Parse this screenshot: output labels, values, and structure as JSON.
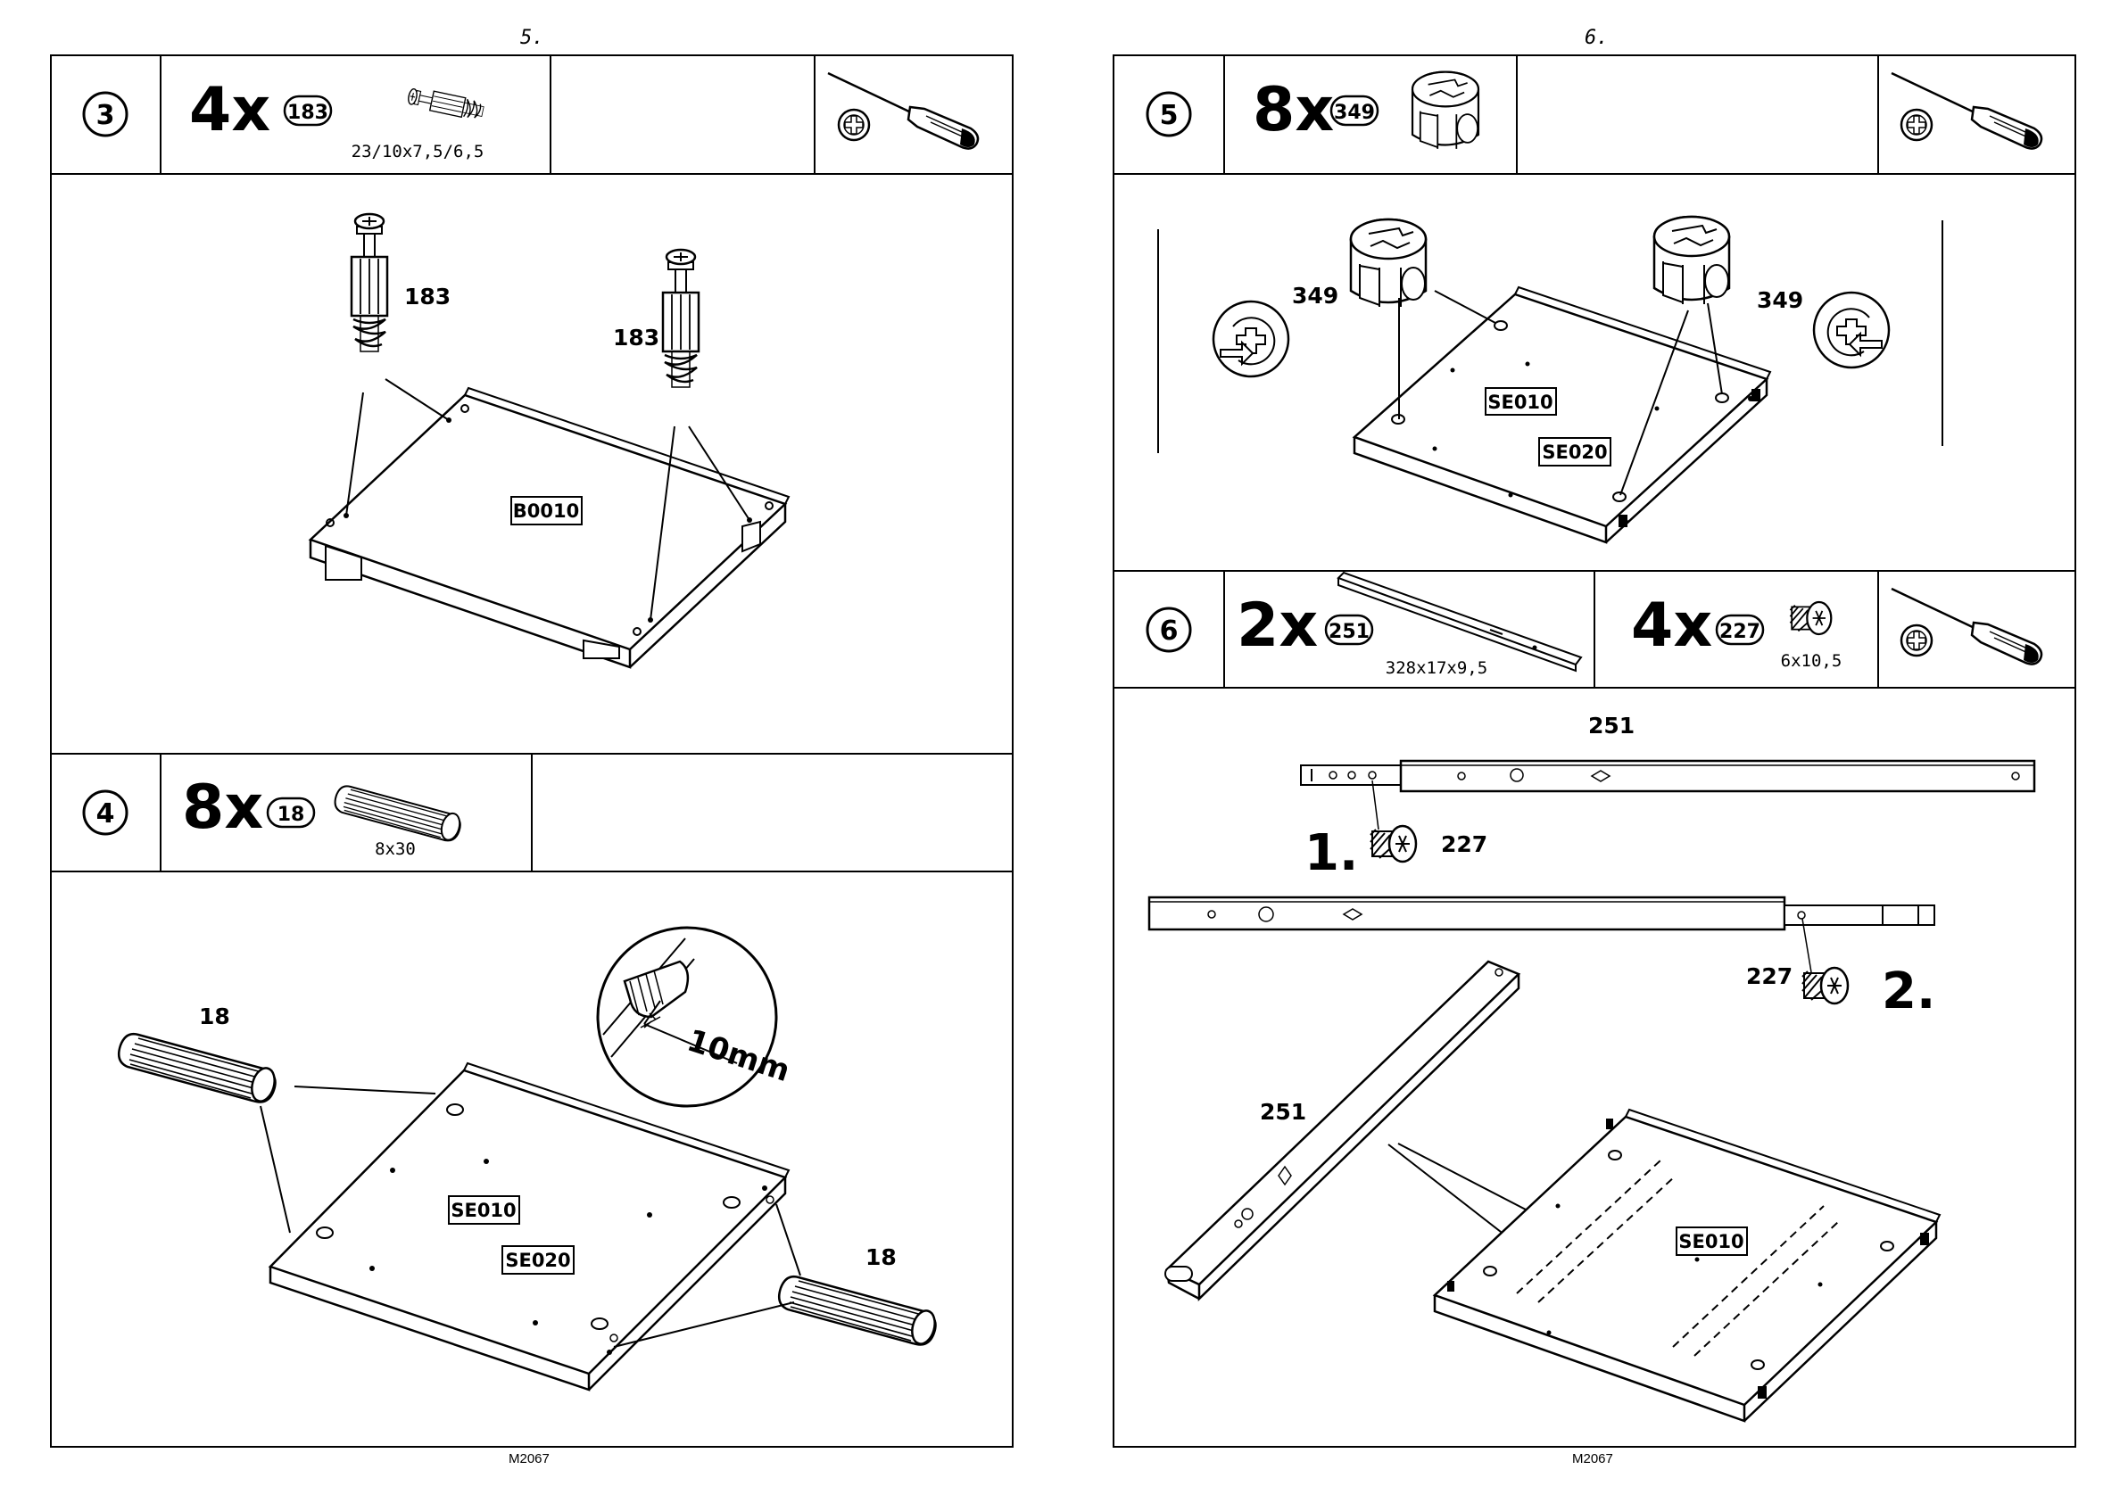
{
  "left_page": {
    "page_number": "5.",
    "footer": "M2067",
    "step3": {
      "number": "3",
      "quantity": "4x",
      "part_id": "183",
      "part_size": "23/10x7,5/6,5",
      "labels": [
        "183",
        "183"
      ],
      "panel_label": "B0010"
    },
    "step4": {
      "number": "4",
      "quantity": "8x",
      "part_id": "18",
      "part_size": "8x30",
      "labels": [
        "18",
        "18"
      ],
      "depth_note": "10mm",
      "panel_labels": [
        "SE010",
        "SE020"
      ]
    }
  },
  "right_page": {
    "page_number": "6.",
    "footer": "M2067",
    "step5": {
      "number": "5",
      "quantity": "8x",
      "part_id": "349",
      "labels": [
        "349",
        "349"
      ],
      "panel_labels": [
        "SE010",
        "SE020"
      ]
    },
    "step6": {
      "number": "6",
      "quantity_a": "2x",
      "part_id_a": "251",
      "part_size_a": "328x17x9,5",
      "quantity_b": "4x",
      "part_id_b": "227",
      "part_size_b": "6x10,5",
      "rail_label": "251",
      "screw_label": "227",
      "order_1": "1.",
      "order_2": "2.",
      "rail_label_2": "251",
      "panel_label": "SE010"
    }
  },
  "icons": [
    "screwdriver-icon",
    "phillips-head-icon",
    "rotate-left-icon",
    "rotate-right-icon"
  ]
}
